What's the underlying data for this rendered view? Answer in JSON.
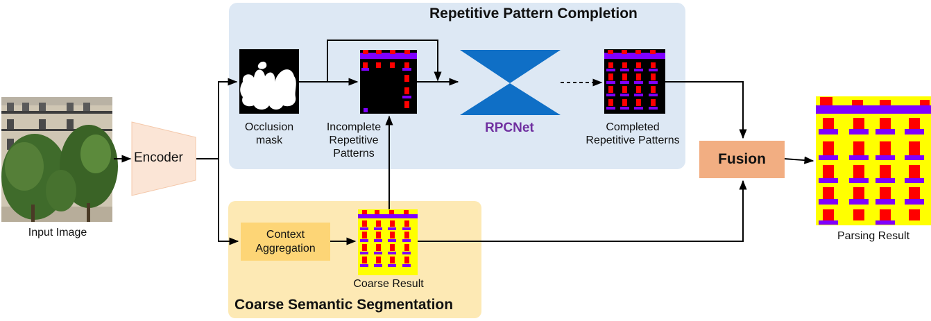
{
  "panels": {
    "pattern_completion_title": "Repetitive Pattern Completion",
    "coarse_segmentation_title": "Coarse Semantic Segmentation"
  },
  "nodes": {
    "input_image_label": "Input Image",
    "encoder_label": "Encoder",
    "occlusion_mask_label": [
      "Occlusion",
      "mask"
    ],
    "incomplete_patterns_label": [
      "Incomplete",
      "Repetitive",
      "Patterns"
    ],
    "rpcnet_label": "RPCNet",
    "completed_patterns_label": [
      "Completed",
      "Repetitive Patterns"
    ],
    "fusion_label": "Fusion",
    "parsing_result_label": "Parsing Result",
    "context_aggregation_label": [
      "Context",
      "Aggregation"
    ],
    "coarse_result_label": "Coarse Result"
  },
  "colors": {
    "blue_panel": "#dde8f4",
    "yellow_panel": "#fde9b4",
    "encoder_fill": "#fbe5d6",
    "rpcnet_fill": "#0f6fc6",
    "rpcnet_text": "#7030a0",
    "fusion_fill": "#f2ae82",
    "context_fill": "#fdd576",
    "seg_window": "#ff0000",
    "seg_balcony": "#7f00ff",
    "seg_wall": "#ffff00"
  },
  "icons": [
    "arrow-icon",
    "encoder-trapezoid-icon",
    "rpcnet-bowtie-icon"
  ]
}
